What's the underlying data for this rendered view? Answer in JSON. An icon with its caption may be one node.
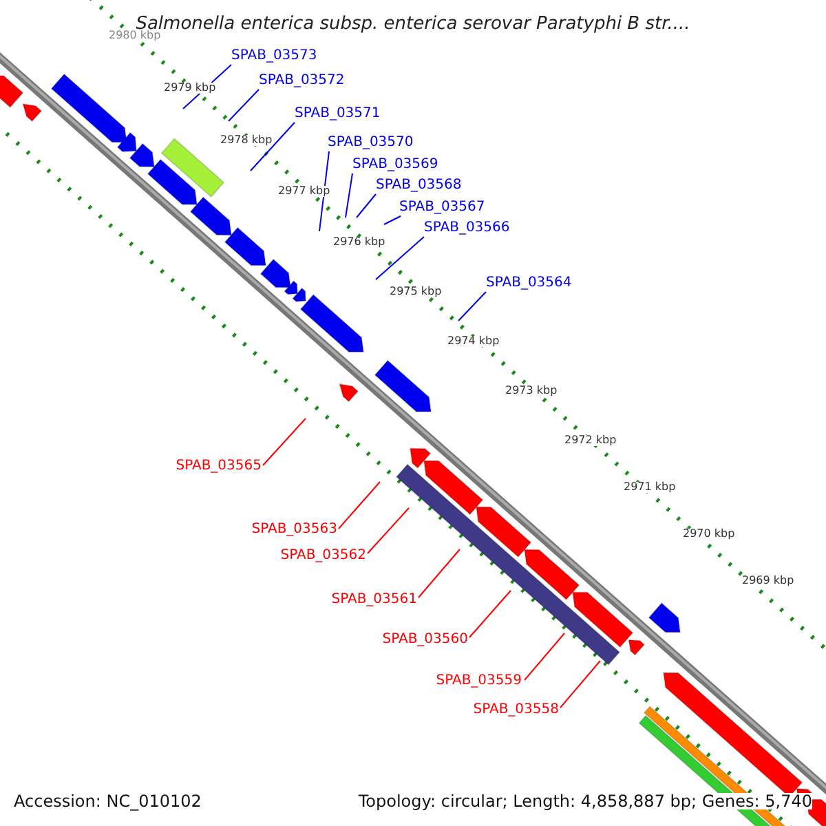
{
  "diagram": {
    "title": "Salmonella enterica subsp. enterica serovar Paratyphi B str....",
    "nodes": [
      {
        "text": [
          "SPAB_03573"
        ]
      },
      {
        "text": [
          "SPAB_03572"
        ]
      },
      {
        "text": [
          "SPAB_03571"
        ]
      },
      {
        "text": [
          "SPAB_03570"
        ]
      },
      {
        "text": [
          "SPAB_03569"
        ]
      },
      {
        "text": [
          "SPAB_03568"
        ]
      },
      {
        "text": [
          "SPAB_03567"
        ]
      },
      {
        "text": [
          "SPAB_03566"
        ]
      },
      {
        "text": [
          "SPAB_03564"
        ]
      },
      {
        "text": [
          "SPAB_03565"
        ]
      },
      {
        "text": [
          "SPAB_03563"
        ]
      },
      {
        "text": [
          "SPAB_03562"
        ]
      },
      {
        "text": [
          "SPAB_03561"
        ]
      },
      {
        "text": [
          "SPAB_03560"
        ]
      },
      {
        "text": [
          "SPAB_03559"
        ]
      },
      {
        "text": [
          "SPAB_03558"
        ]
      }
    ],
    "edges": [
      {
        "from": 0,
        "to": null,
        "arrow": "none"
      },
      {
        "from": 1,
        "to": null,
        "arrow": "none"
      },
      {
        "from": 2,
        "to": null,
        "arrow": "none"
      },
      {
        "from": 3,
        "to": null,
        "arrow": "none"
      },
      {
        "from": 4,
        "to": null,
        "arrow": "none"
      },
      {
        "from": 5,
        "to": null,
        "arrow": "none"
      },
      {
        "from": 6,
        "to": null,
        "arrow": "none"
      },
      {
        "from": 7,
        "to": null,
        "arrow": "none"
      },
      {
        "from": 8,
        "to": null,
        "arrow": "none"
      },
      {
        "from": 9,
        "to": null,
        "arrow": "none",
        "color": "#ff0000"
      },
      {
        "from": 10,
        "to": null,
        "arrow": "none",
        "color": "#ff0000"
      },
      {
        "from": 11,
        "to": null,
        "arrow": "none",
        "color": "#ff0000"
      },
      {
        "from": 12,
        "to": null,
        "arrow": "none",
        "color": "#ff0000"
      },
      {
        "from": 13,
        "to": null,
        "arrow": "none",
        "color": "#ff0000"
      },
      {
        "from": 14,
        "to": null,
        "arrow": "none",
        "color": "#ff0000"
      },
      {
        "from": 15,
        "to": null,
        "arrow": "none",
        "color": "#ff0000"
      }
    ],
    "labels": [
      "2980 kbp",
      "2979 kbp",
      "2978 kbp",
      "2977 kbp",
      "2976 kbp",
      "2975 kbp",
      "2974 kbp",
      "2973 kbp",
      "2972 kbp",
      "2971 kbp",
      "2970 kbp",
      "2969 kbp",
      "Accession: NC_010102",
      "Topology: circular; Length: 4,858,887 bp; Genes: 5,740"
    ]
  }
}
